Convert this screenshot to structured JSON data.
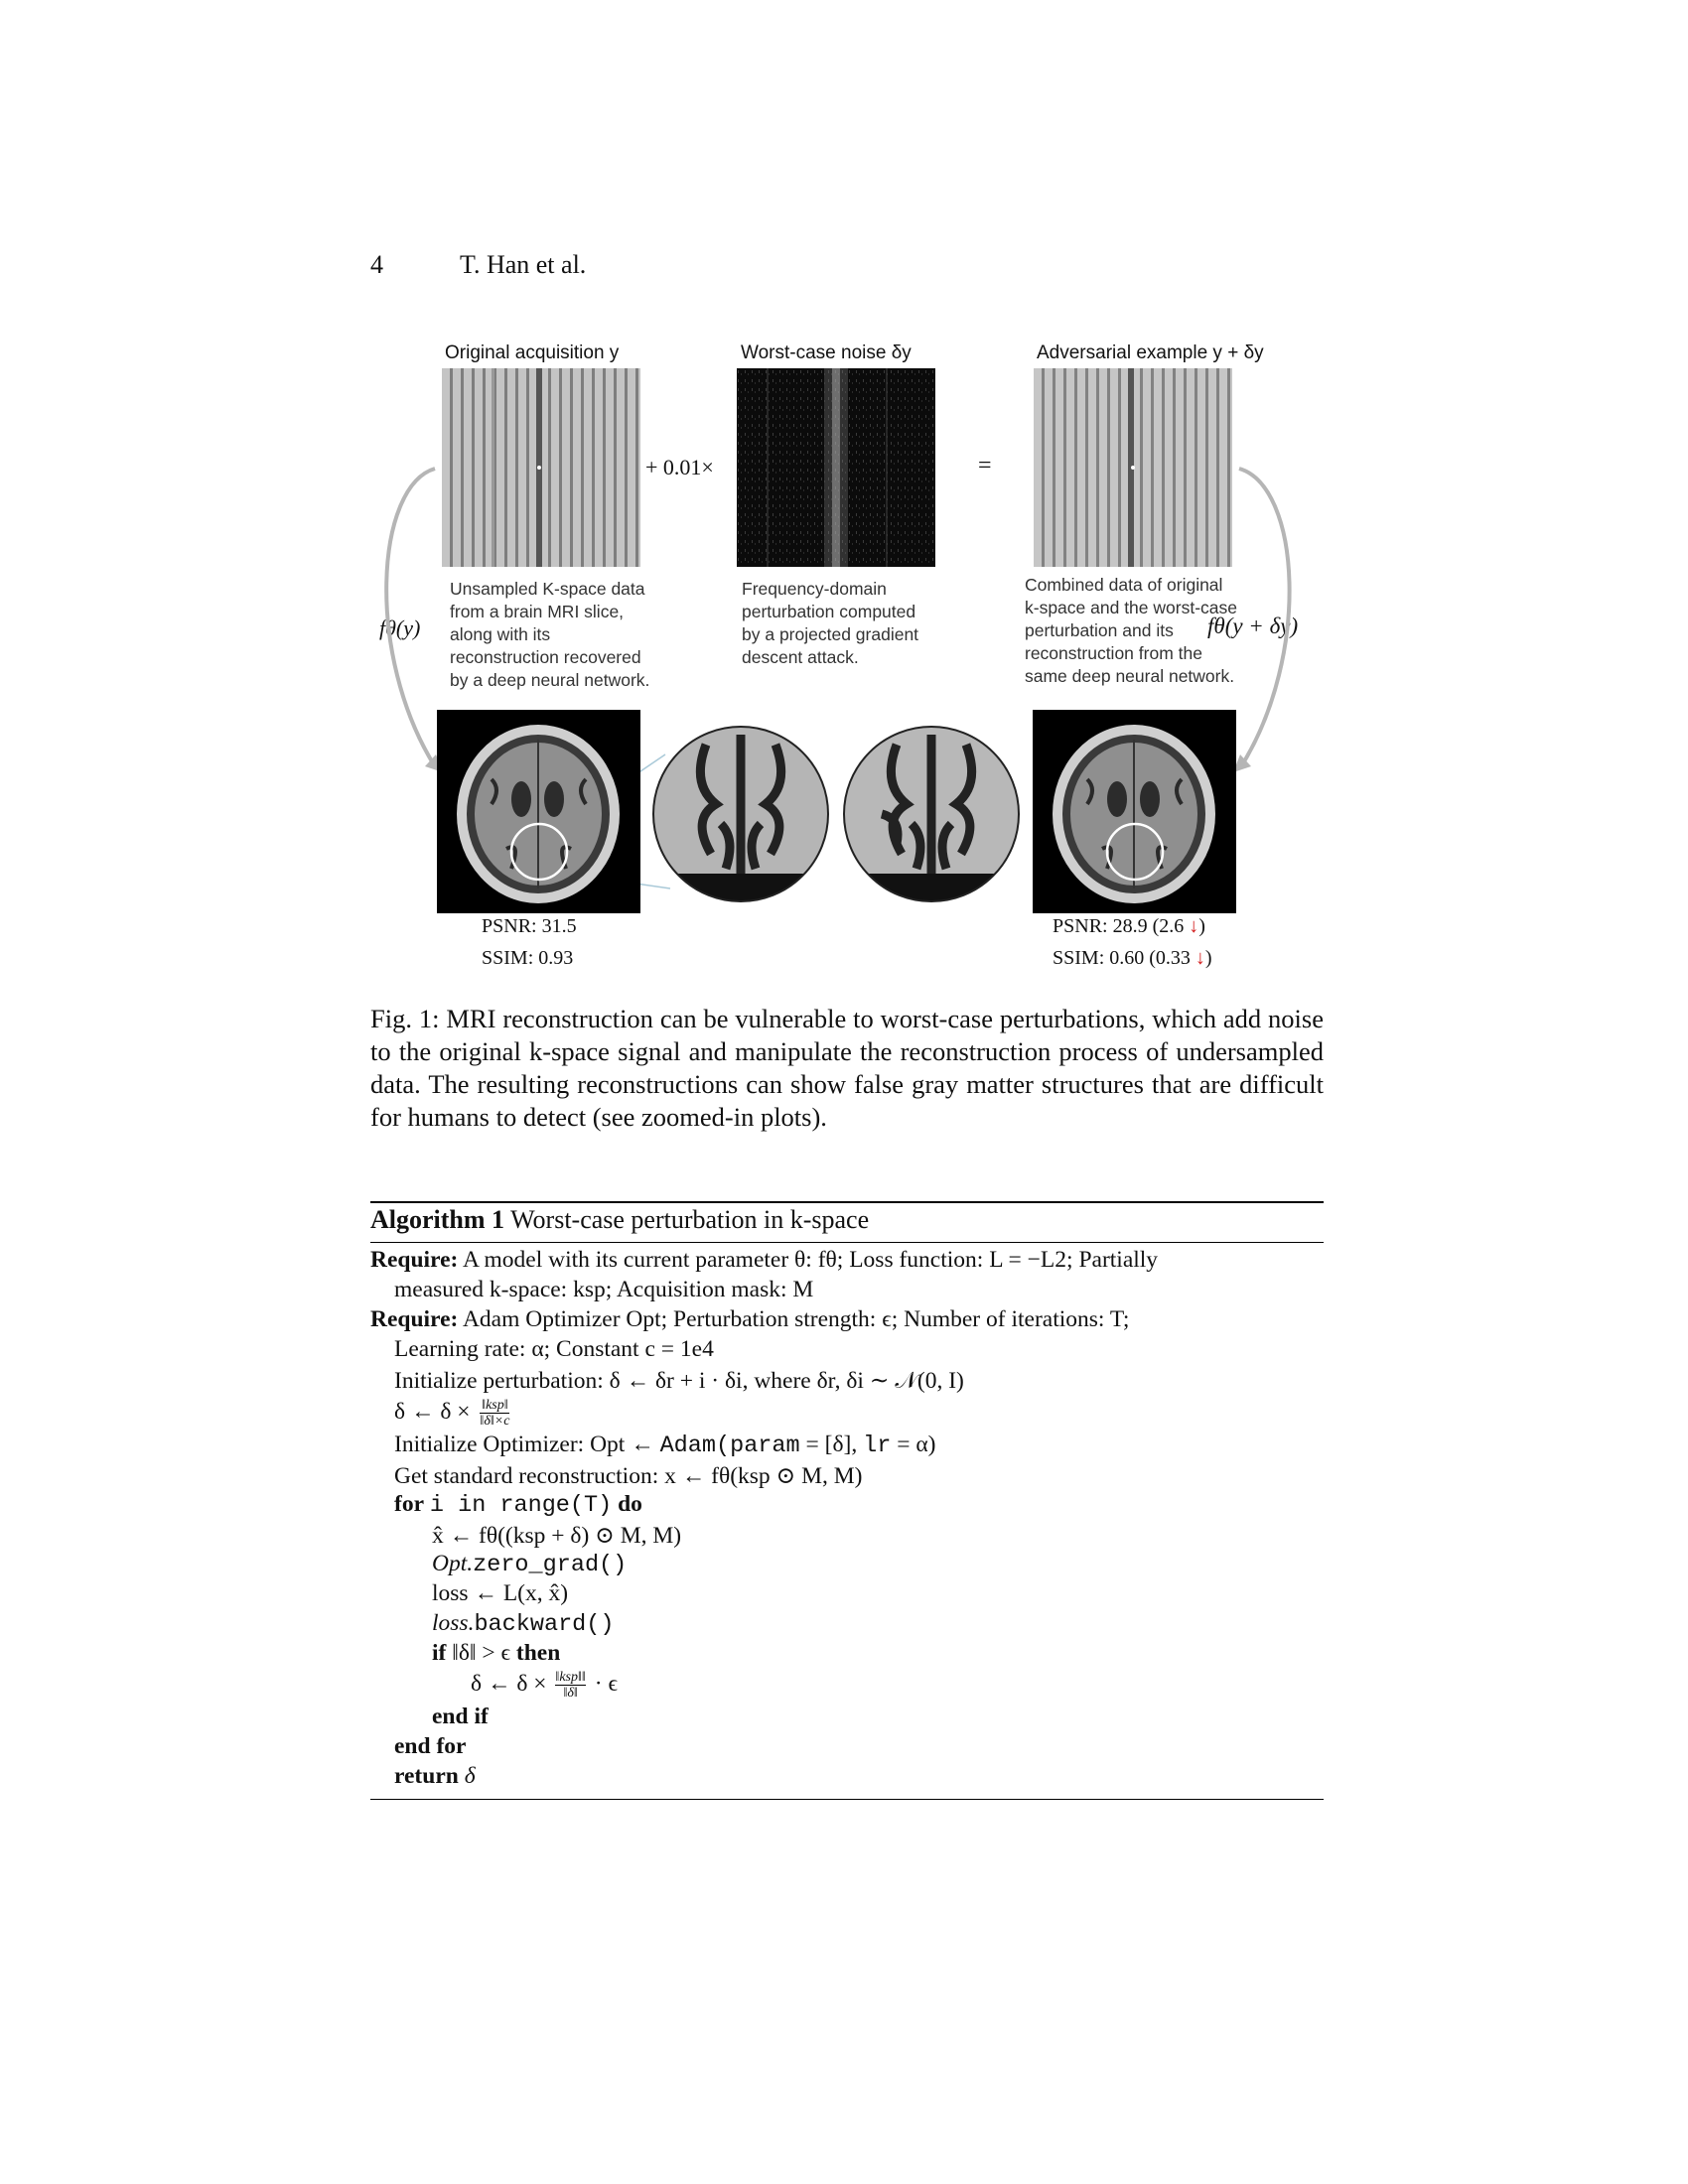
{
  "header": {
    "page_number": "4",
    "running_head": "T. Han et al."
  },
  "figure": {
    "panels": [
      {
        "title": "Original acquisition y",
        "description": [
          "Unsampled K-space data",
          "from a brain MRI slice,",
          "along with its",
          "reconstruction recovered",
          "by a deep neural network."
        ]
      },
      {
        "title": "Worst-case noise δy",
        "description": [
          "Frequency-domain",
          "perturbation computed",
          "by a projected gradient",
          "descent attack."
        ]
      },
      {
        "title": "Adversarial example y + δy",
        "description": [
          "Combined data of original",
          "k-space and the worst-case",
          "perturbation and its",
          "reconstruction from the",
          "same deep neural network."
        ]
      }
    ],
    "operator_plus": "+ 0.01×",
    "operator_equals": "=",
    "left_arrow_label": "fθ(y)",
    "right_arrow_label": "fθ(y + δy)",
    "metrics_left": {
      "psnr": "PSNR: 31.5",
      "ssim": "SSIM: 0.93"
    },
    "metrics_right": {
      "psnr": "PSNR: 28.9 (2.6 ",
      "psnr_arrow": "↓",
      "psnr_close": ")",
      "ssim": "SSIM: 0.60 (0.33 ",
      "ssim_arrow": "↓",
      "ssim_close": ")"
    }
  },
  "caption": "Fig. 1: MRI reconstruction can be vulnerable to worst-case perturbations, which add noise to the original k-space signal and manipulate the reconstruction process of undersampled data. The resulting reconstructions can show false gray matter structures that are difficult for humans to detect (see zoomed-in plots).",
  "algorithm": {
    "label": "Algorithm 1",
    "title": "Worst-case perturbation in k-space",
    "require_kw": "Require:",
    "require1_a": "A model with its current parameter θ: fθ; Loss function: L = −L2; Partially",
    "require1_b": "measured k-space: ksp; Acquisition mask: M",
    "require2_a": "Adam Optimizer Opt; Perturbation strength: ϵ; Number of iterations: T;",
    "require2_b": "Learning rate: α; Constant c = 1e4",
    "init_perturbation": "Initialize perturbation: δ ← δr + i · δi, where δr, δi ∼ 𝒩(0, I)",
    "scale_lhs": "δ ← δ ×",
    "scale_num": "‖ksp‖",
    "scale_den": "‖δ‖×c",
    "init_opt_a": "Initialize Optimizer: Opt ← ",
    "init_opt_code": "Adam(param",
    "init_opt_b": " = [δ], ",
    "init_opt_code2": "lr",
    "init_opt_c": " = α)",
    "standard_recon": "Get standard reconstruction: x ← fθ(ksp ⊙ M, M)",
    "for_kw": "for",
    "for_code": "i in range(T)",
    "do_kw": "do",
    "xhat": "x̂ ← fθ((ksp + δ) ⊙ M, M)",
    "opt_it": "Opt.",
    "zero_grad": "zero_grad()",
    "loss_line": "loss ← L(x, x̂)",
    "loss_it": "loss.",
    "backward": "backward()",
    "if_kw": "if",
    "if_cond": "‖δ‖ > ϵ",
    "then_kw": "then",
    "proj_lhs": "δ ← δ ×",
    "proj_num": "‖ksp‖‖",
    "proj_den": "‖δ‖",
    "proj_rhs": "· ϵ",
    "end_if": "end if",
    "end_for": "end for",
    "return_kw": "return",
    "return_val": "δ"
  }
}
